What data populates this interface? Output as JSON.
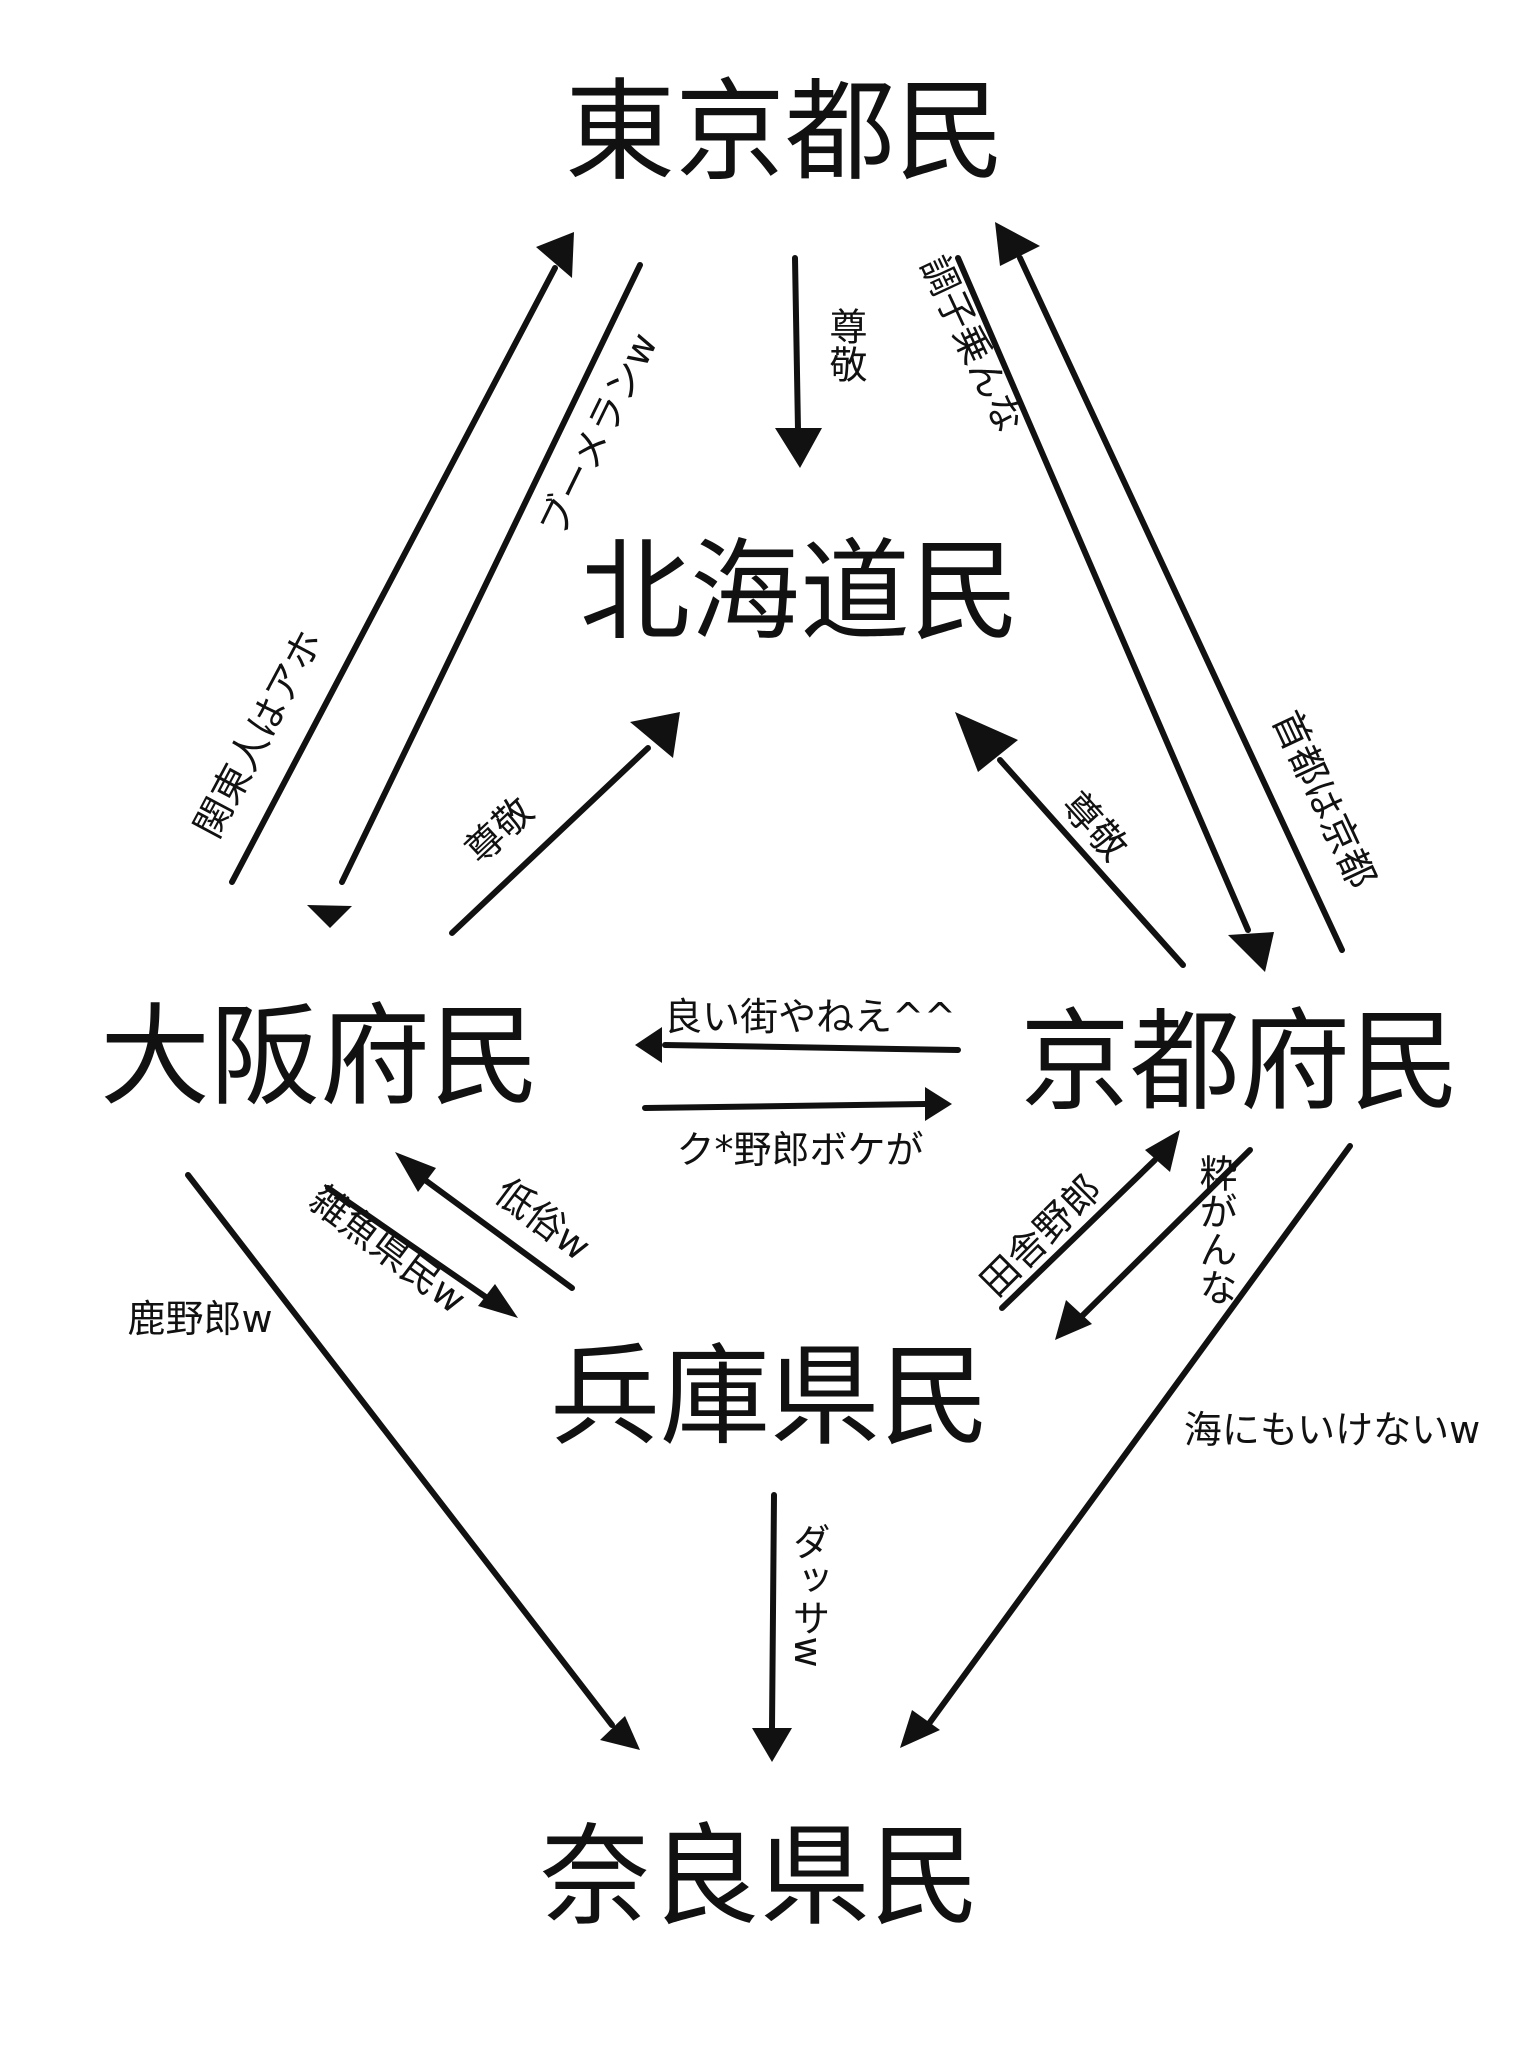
{
  "nodes": {
    "tokyo": "東京都民",
    "hokkaido": "北海道民",
    "osaka": "大阪府民",
    "kyoto": "京都府民",
    "hyogo": "兵庫県民",
    "nara": "奈良県民"
  },
  "edges": {
    "tokyo_to_hokkaido": "尊敬",
    "tokyo_to_osaka": "ブーメランw",
    "osaka_to_tokyo": "関東人はアホ",
    "osaka_to_hokkaido": "尊敬",
    "kyoto_to_hokkaido": "尊敬",
    "tokyo_to_kyoto": "調子乗んな",
    "kyoto_to_tokyo": "首都は京都",
    "kyoto_to_osaka": "良い街やねえ^^",
    "osaka_to_kyoto": "ク*野郎ボケが",
    "hyogo_to_osaka": "低俗w",
    "osaka_to_hyogo": "雑魚県民w",
    "hyogo_to_kyoto": "田舎野郎",
    "kyoto_to_hyogo": "粋がんな",
    "osaka_to_nara": "鹿野郎w",
    "kyoto_to_nara": "海にもいけないw",
    "hyogo_to_nara": "ダッサw"
  }
}
